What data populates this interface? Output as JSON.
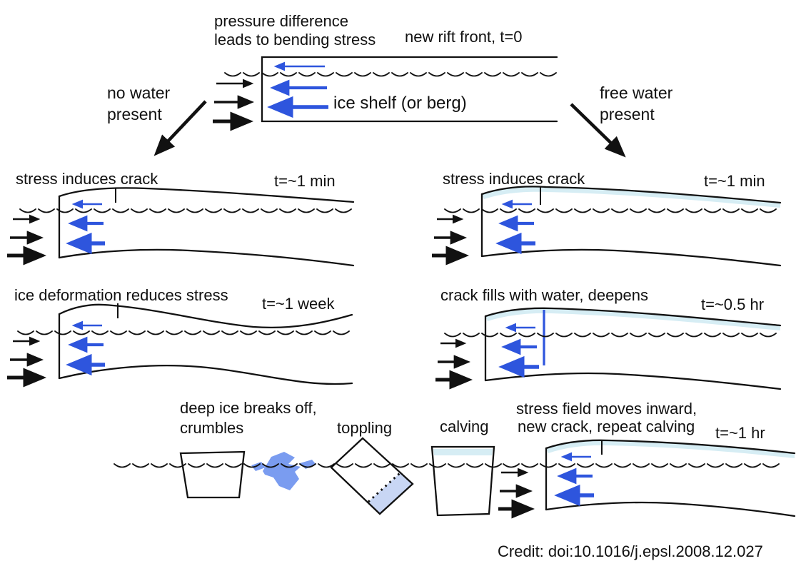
{
  "colors": {
    "ink": "#111111",
    "arrow_blue": "#2e55dd",
    "melt_layer": "#d6edf4",
    "toppling_fill": "#c8d6f4",
    "crumble_blue": "#7a9cf0"
  },
  "top_panel": {
    "annotation_line1": "pressure difference",
    "annotation_line2": "leads to bending stress",
    "rift_label": "new rift front, t=0",
    "body_label": "ice shelf (or berg)"
  },
  "branches": {
    "left_line1": "no water",
    "left_line2": "present",
    "right_line1": "free water",
    "right_line2": "present"
  },
  "panels": {
    "left1": {
      "title": "stress induces crack",
      "time": "t=~1 min"
    },
    "left2": {
      "title": "ice deformation reduces stress",
      "time": "t=~1 week"
    },
    "right1": {
      "title": "stress induces crack",
      "time": "t=~1 min"
    },
    "right2": {
      "title": "crack fills with water, deepens",
      "time": "t=~0.5 hr"
    },
    "bottom": {
      "title_line1": "stress field moves inward,",
      "title_line2": "new crack, repeat calving",
      "time": "t=~1 hr"
    }
  },
  "bottom_row": {
    "breaks_line1": "deep ice breaks off,",
    "breaks_line2": "crumbles",
    "toppling_label": "toppling",
    "calving_label": "calving"
  },
  "credit": "Credit: doi:10.1016/j.epsl.2008.12.027"
}
